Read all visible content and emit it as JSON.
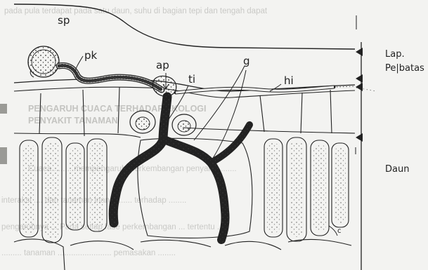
{
  "background_text": {
    "lines": [
      "pada pula terdapat pada satu daun, suhu di bagian tepi dan tengah dapat",
      "",
      "PENGARUH CUACA TERHADAP EKOLOGI",
      "PENYAKIT TANAMAN",
      "Cuaca ........ mempengaruhi perkembangan penyakit ........",
      "interaksi .... dan tanaman inang ....... terhadap ........",
      "pengaruhnya ... Pada setiap fase perkembangan ... tertentu ...",
      "......... tanaman ........................ pemasakan ........"
    ]
  },
  "diagram": {
    "part_labels": [
      "sp",
      "pk",
      "ap",
      "ti",
      "g",
      "hi"
    ],
    "side_labels": {
      "boundary_layer_line1": "Lap.",
      "boundary_layer_line2": "Pe|batas",
      "leaf": "Daun"
    }
  }
}
